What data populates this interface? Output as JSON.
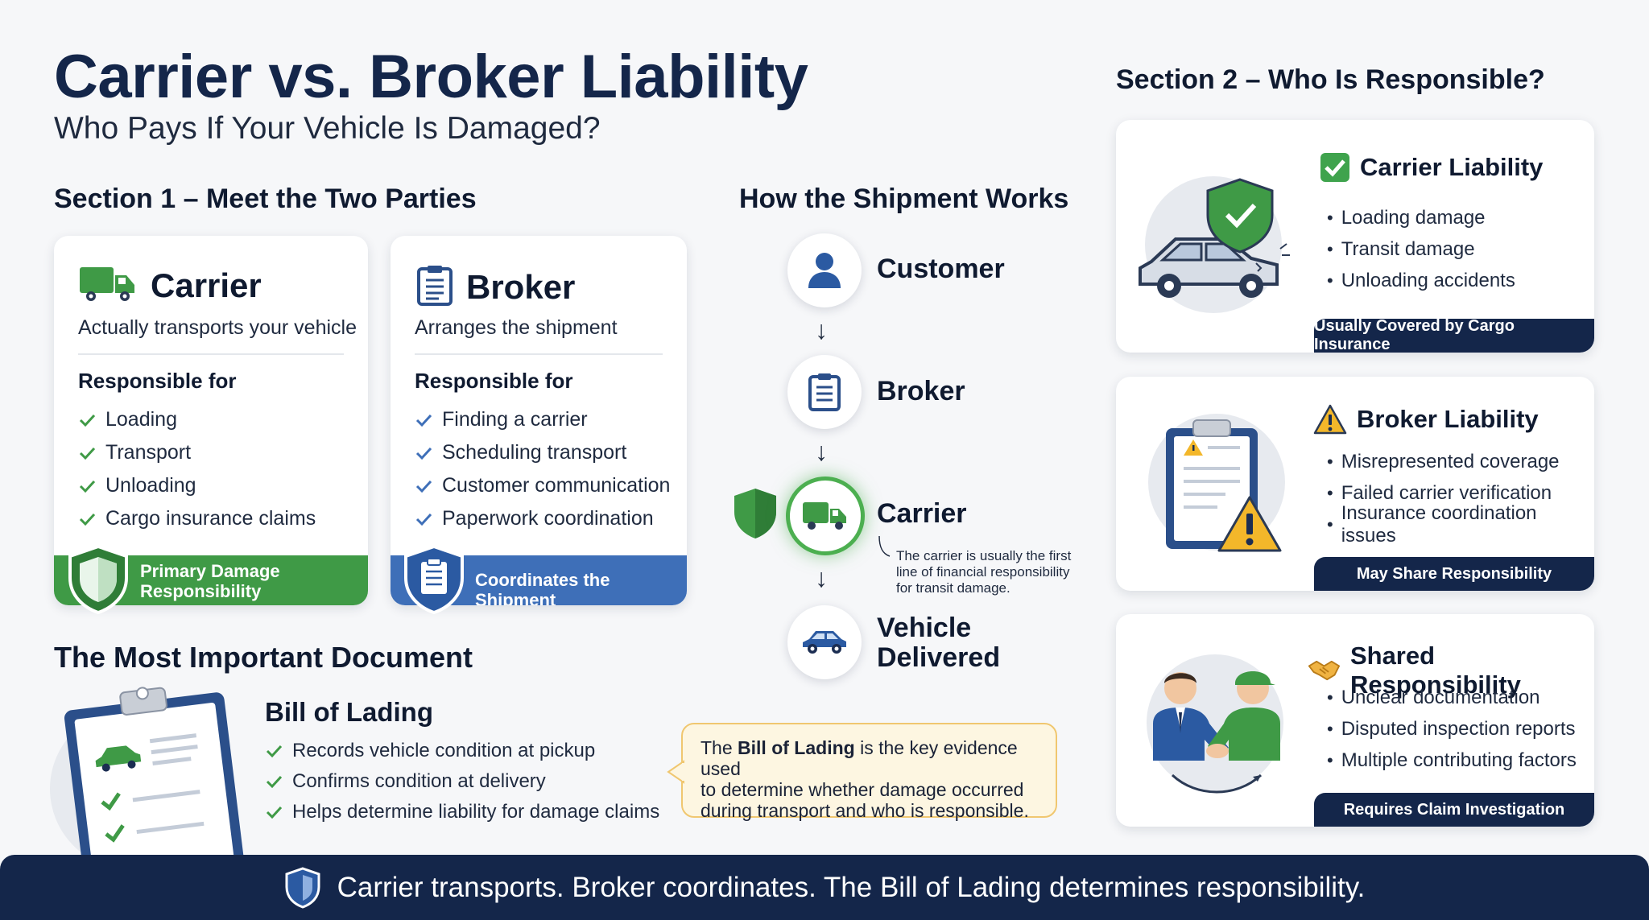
{
  "header": {
    "title": "Carrier vs. Broker Liability",
    "subtitle": "Who Pays If Your Vehicle Is Damaged?"
  },
  "section1": {
    "heading": "Section 1 – Meet the Two Parties",
    "carrier": {
      "title": "Carrier",
      "description": "Actually transports your vehicle",
      "responsible_heading": "Responsible for",
      "items": [
        "Loading",
        "Transport",
        "Unloading",
        "Cargo insurance claims"
      ],
      "footer_line1": "Primary Damage",
      "footer_line2": "Responsibility",
      "icon": "truck-icon",
      "color": "#3f9a46"
    },
    "broker": {
      "title": "Broker",
      "description": "Arranges the shipment",
      "responsible_heading": "Responsible for",
      "items": [
        "Finding a carrier",
        "Scheduling transport",
        "Customer communication",
        "Paperwork coordination"
      ],
      "footer": "Coordinates the Shipment",
      "icon": "clipboard-icon",
      "color": "#3e6fb8"
    }
  },
  "flow": {
    "heading": "How the Shipment Works",
    "steps": [
      {
        "label": "Customer",
        "icon": "person-icon"
      },
      {
        "label": "Broker",
        "icon": "clipboard-icon"
      },
      {
        "label": "Carrier",
        "icon": "truck-icon"
      },
      {
        "label_line1": "Vehicle",
        "label_line2": "Delivered",
        "icon": "car-icon"
      }
    ],
    "carrier_note_line1": "The carrier is usually the first",
    "carrier_note_line2": "line of financial responsibility",
    "carrier_note_line3": "for transit damage."
  },
  "document": {
    "heading": "The Most Important Document",
    "title": "Bill of Lading",
    "items": [
      "Records vehicle condition at pickup",
      "Confirms condition at delivery",
      "Helps determine liability for damage claims"
    ],
    "callout_prefix": "The",
    "callout_bold": "Bill of Lading",
    "callout_rest1": "is the key evidence used",
    "callout_line2": "to determine whether damage occurred",
    "callout_line3": "during transport and who is responsible."
  },
  "section2": {
    "heading": "Section 2 – Who Is Responsible?",
    "cards": [
      {
        "title": "Carrier Liability",
        "icon": "check-box-icon",
        "items": [
          "Loading damage",
          "Transit damage",
          "Unloading accidents"
        ],
        "tag": "Usually Covered by Cargo Insurance"
      },
      {
        "title": "Broker Liability",
        "icon": "warning-icon",
        "items": [
          "Misrepresented coverage",
          "Failed carrier verification",
          "Insurance coordination issues"
        ],
        "tag": "May Share Responsibility"
      },
      {
        "title": "Shared Responsibility",
        "icon": "handshake-icon",
        "items": [
          "Unclear documentation",
          "Disputed inspection reports",
          "Multiple contributing factors"
        ],
        "tag": "Requires Claim Investigation"
      }
    ]
  },
  "banner": {
    "text": "Carrier transports. Broker coordinates. The Bill of Lading determines responsibility."
  },
  "colors": {
    "navy": "#14264a",
    "green": "#3f9a46",
    "blue": "#3e6fb8",
    "amber": "#f0c770"
  }
}
